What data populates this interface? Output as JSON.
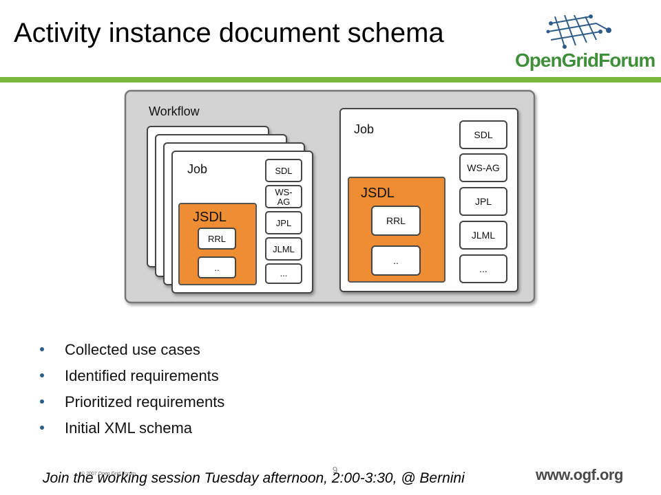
{
  "slide": {
    "title": "Activity instance document schema",
    "page_number": "9",
    "footer_copyright": "© 2007 Open Grid Forum",
    "session_note": "Join the working session Tuesday afternoon, 2:00-3:30, @ Bernini",
    "website": "www.ogf.org"
  },
  "logo": {
    "part1": "Open",
    "part2": "Grid",
    "part3": "Forum"
  },
  "diagram": {
    "workflow_label": "Workflow",
    "left_job": {
      "label": "Job",
      "jsdl_label": "JSDL",
      "jsdl_items": [
        "RRL",
        ".."
      ],
      "side_items": [
        "SDL",
        "WS-\nAG",
        "JPL",
        "JLML",
        "..."
      ]
    },
    "right_job": {
      "label": "Job",
      "jsdl_label": "JSDL",
      "jsdl_items": [
        "RRL",
        ".."
      ],
      "side_items": [
        "SDL",
        "WS-AG",
        "JPL",
        "JLML",
        "..."
      ]
    },
    "colors": {
      "outer": "#d3d3d3",
      "jsdl": "#ef8d32",
      "border": "#555555"
    }
  },
  "bullets": [
    "Collected use cases",
    "Identified requirements",
    "Prioritized requirements",
    "Initial XML schema"
  ]
}
